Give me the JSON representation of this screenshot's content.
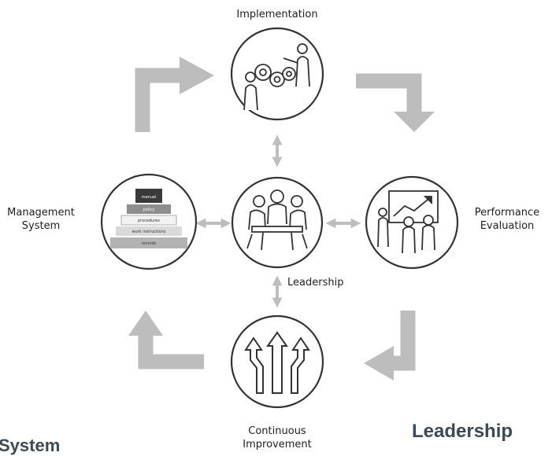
{
  "diagram": {
    "nodes": {
      "top": {
        "label": "Implementation"
      },
      "left": {
        "label_lines": [
          "Management",
          "System"
        ]
      },
      "center": {
        "label": "Leadership"
      },
      "right": {
        "label_lines": [
          "Performance",
          "Evaluation"
        ]
      },
      "bottom": {
        "label_lines": [
          "Continuous",
          "Improvement"
        ]
      }
    },
    "pyramid_levels": [
      "manual",
      "policy",
      "procedures",
      "work instructions",
      "records"
    ]
  },
  "footer": {
    "left_text": "System",
    "right_text": "Leadership"
  },
  "colors": {
    "arrow": "#bdbdbd",
    "node_stroke": "#333333",
    "pyramid_dark": "#3a3a3a"
  }
}
